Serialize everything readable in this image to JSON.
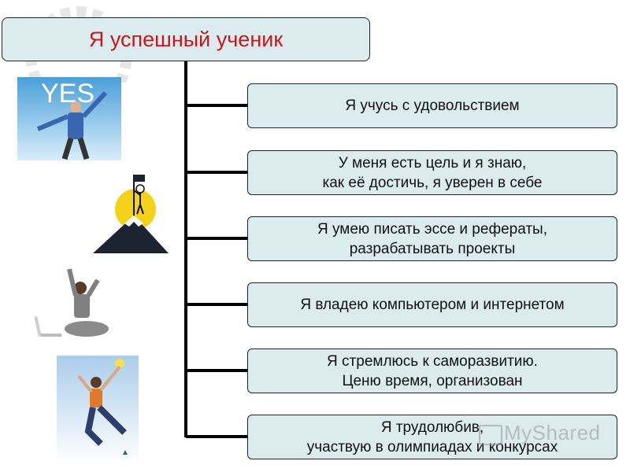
{
  "title": "Я успешный ученик",
  "items": [
    {
      "lines": [
        "Я учусь с удовольствием"
      ]
    },
    {
      "lines": [
        "У меня есть цель и я знаю,",
        "как её достичь, я уверен в себе"
      ]
    },
    {
      "lines": [
        "Я умею писать эссе и рефераты,",
        "разрабатывать проекты"
      ]
    },
    {
      "lines": [
        "Я владею компьютером и интернетом"
      ]
    },
    {
      "lines": [
        "Я стремлюсь к саморазвитию.",
        "Ценю время, организован"
      ]
    },
    {
      "lines": [
        "Я трудолюбив,",
        "участвую в олимпиадах и конкурсах"
      ]
    }
  ],
  "images": {
    "yes_sign": "YES"
  },
  "watermark": "MyShared",
  "colors": {
    "box_fill": "#dcecee",
    "title_text": "#c8161d",
    "connector": "#000000"
  }
}
